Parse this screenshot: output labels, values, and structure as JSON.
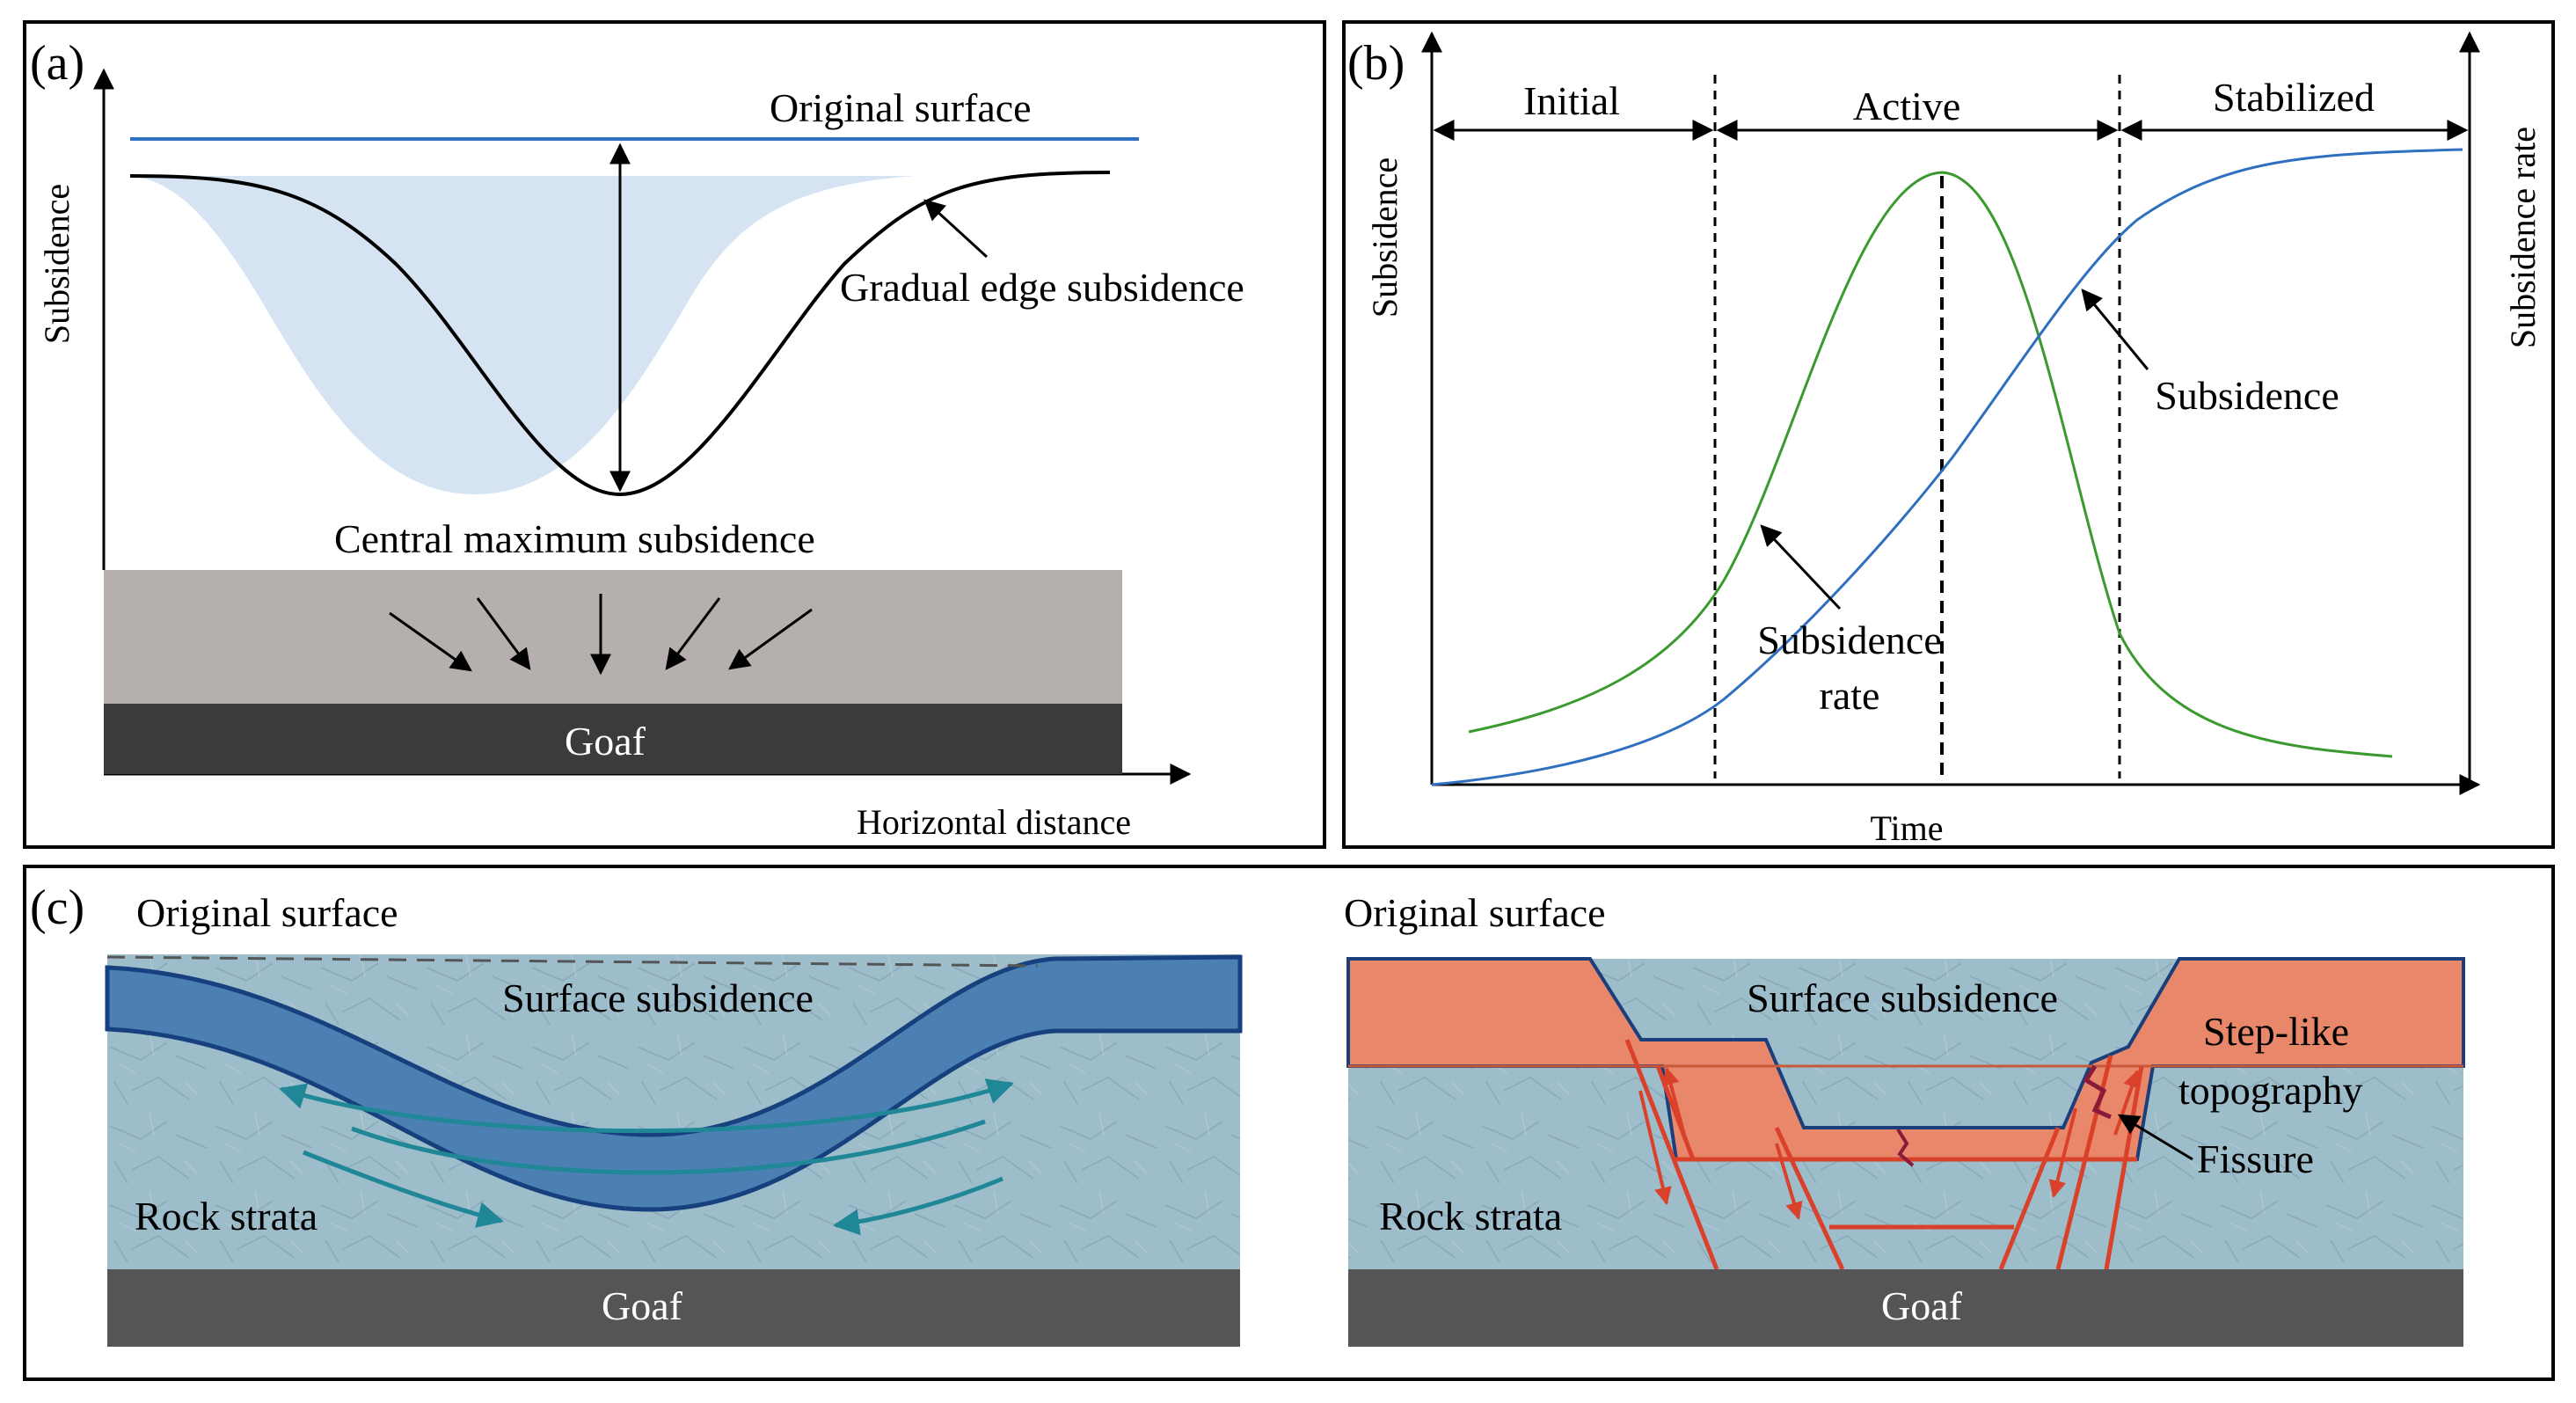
{
  "panel_a": {
    "label": "(a)",
    "ylabel": "Subsidence",
    "xlabel": "Horizontal distance",
    "original_surface": "Original surface",
    "edge_subsidence": "Gradual edge subsidence",
    "central_max": "Central maximum subsidence",
    "goaf": "Goaf"
  },
  "panel_b": {
    "label": "(b)",
    "ylabel_left": "Subsidence",
    "ylabel_right": "Subsidence rate",
    "xlabel": "Time",
    "stage_initial": "Initial",
    "stage_active": "Active",
    "stage_stabilized": "Stabilized",
    "subsidence_label": "Subsidence",
    "rate_label_1": "Subsidence",
    "rate_label_2": "rate"
  },
  "panel_c": {
    "label": "(c)",
    "left": {
      "original_surface": "Original surface",
      "surface_subsidence": "Surface subsidence",
      "rock_strata": "Rock strata",
      "goaf": "Goaf"
    },
    "right": {
      "original_surface": "Original surface",
      "surface_subsidence": "Surface subsidence",
      "step_like_1": "Step-like",
      "step_like_2": "topography",
      "fissure": "Fissure",
      "rock_strata": "Rock strata",
      "goaf": "Goaf"
    }
  },
  "colors": {
    "blue_line": "#2f6fc0",
    "green_line": "#3a9a2e",
    "trough_fill": "#d5e3f3",
    "grey_rock": "#b5b0ae",
    "goaf_dark": "#3b3b3b",
    "strata_blue": "#9bbccb",
    "surface_layer": "#4c80b3",
    "orange_layer": "#e8876a",
    "fault_red": "#d9412a",
    "teal_arrow": "#1f8796"
  }
}
